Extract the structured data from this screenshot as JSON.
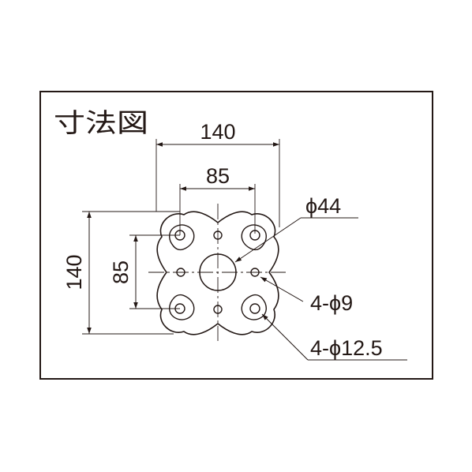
{
  "title": "寸法図",
  "dimensions": {
    "top_outer": "140",
    "top_inner": "85",
    "left_outer": "140",
    "left_inner": "85"
  },
  "callouts": {
    "center_hole": "ϕ44",
    "small_holes": "4-ϕ9",
    "large_holes": "4-ϕ12.5"
  }
}
